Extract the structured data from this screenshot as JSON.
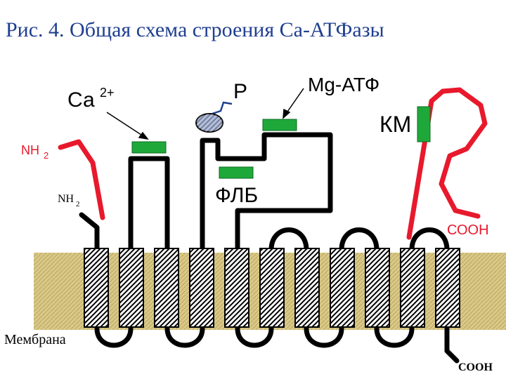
{
  "title": "Рис. 4. Общая схема строения Са-АТФазы",
  "labels": {
    "ca_main": "Са",
    "ca_sup": "2+",
    "p": "Р",
    "mg_atf": "Mg-АТФ",
    "km": "КМ",
    "nh2_red_main": "NH",
    "nh2_red_sub": "2",
    "nh2_black_main": "NH",
    "nh2_black_sub": "2",
    "flb": "ФЛБ",
    "cooh_red": "СООН",
    "cooh_black": "COOH",
    "membrane": "Мембрана"
  },
  "colors": {
    "title": "#1f3f8f",
    "protein_chain": "#000000",
    "regulatory_chain": "#e8192c",
    "binding_site": "#1fa83a",
    "phosphate": "#9aa9cf",
    "membrane": "#d9c887"
  },
  "icons": {
    "phosphate": "phosphate-circle-icon",
    "arrow": "pointer-arrow-icon"
  }
}
